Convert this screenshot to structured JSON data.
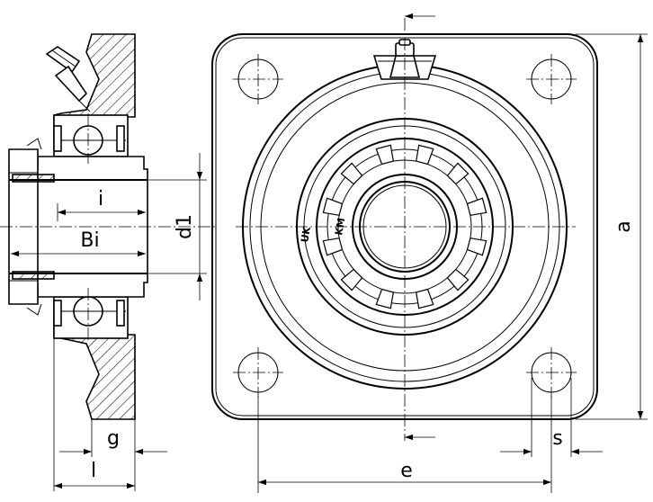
{
  "labels": {
    "i": "i",
    "Bi": "Bi",
    "d1": "d1",
    "g": "g",
    "l": "l",
    "a": "a",
    "e": "e",
    "s": "s",
    "uk": "UK",
    "km": "KM"
  }
}
